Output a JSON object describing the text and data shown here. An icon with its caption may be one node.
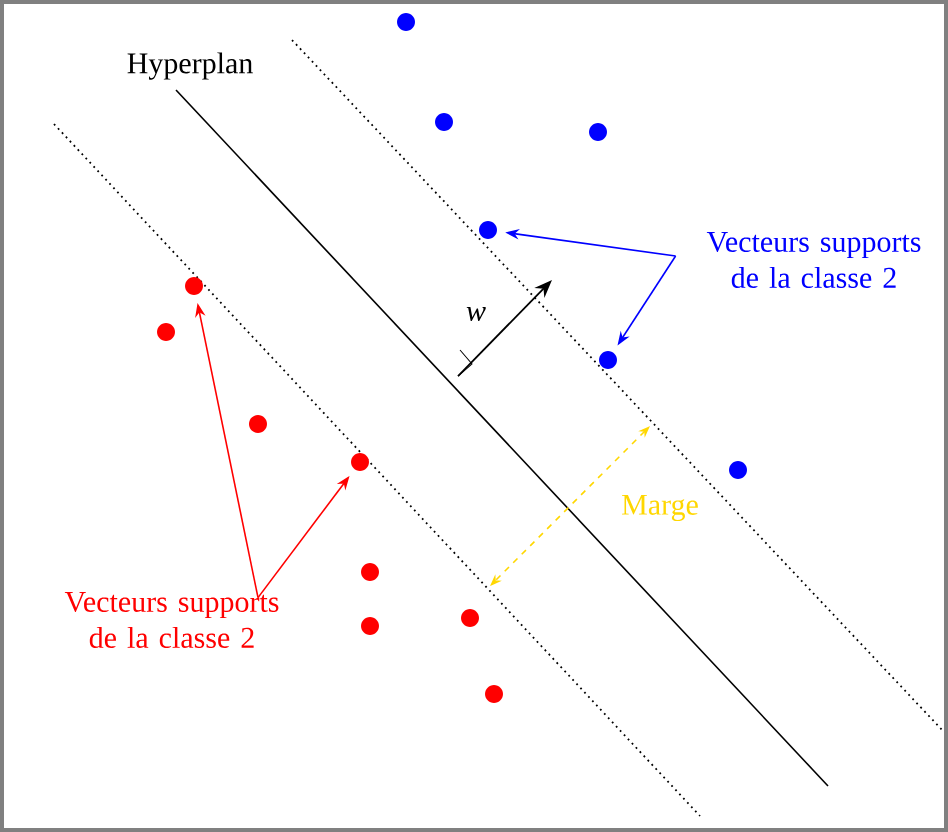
{
  "diagram": {
    "nodes": [
      {
        "text": [
          "Vecteurs supports de la classe 2"
        ]
      },
      {
        "text": [
          "Vecteurs supports de la classe 2"
        ]
      },
      {
        "text": [],
        "shape": "circle"
      },
      {
        "text": [],
        "shape": "circle"
      },
      {
        "text": [],
        "shape": "circle"
      },
      {
        "text": [],
        "shape": "circle"
      }
    ],
    "edges": [
      {
        "from": 0,
        "to": 2,
        "arrow": "to",
        "color": "#0000ff"
      },
      {
        "from": 0,
        "to": 4,
        "arrow": "to",
        "color": "#0000ff"
      },
      {
        "from": 1,
        "to": 3,
        "arrow": "to",
        "color": "#ff0000"
      },
      {
        "from": 1,
        "to": 5,
        "arrow": "to",
        "color": "#ff0000"
      }
    ],
    "labels": [
      "Hyperplan",
      "w",
      "Marge"
    ]
  }
}
